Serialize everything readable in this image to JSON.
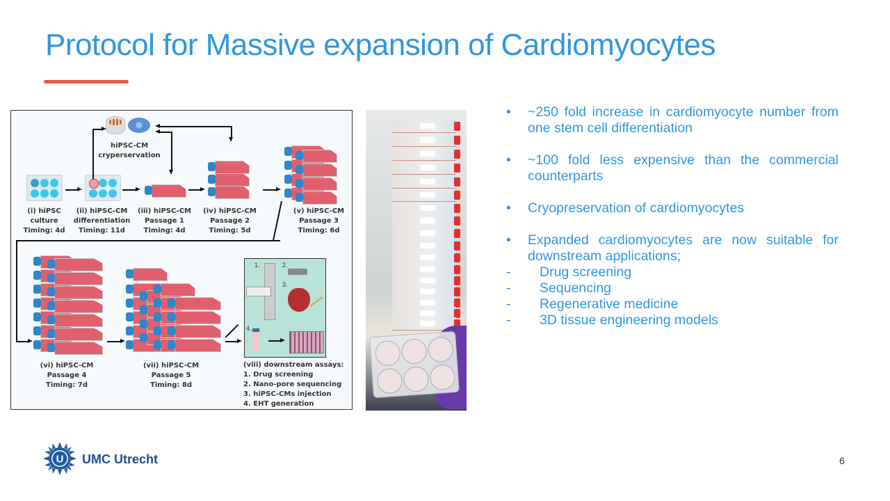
{
  "slide": {
    "title": "Protocol for Massive expansion of Cardiomyocytes",
    "accent_color": "#e05a44",
    "title_color": "#2f97e0",
    "page_number": "6"
  },
  "diagram": {
    "cryo_label": [
      "hiPSC-CM",
      "cryperservation"
    ],
    "steps": [
      {
        "name": "(i) hiPSC",
        "line2": "culture",
        "timing": "Timing: 4d"
      },
      {
        "name": "(ii) hiPSC-CM",
        "line2": "differentiation",
        "timing": "Timing: 11d"
      },
      {
        "name": "(iii) hiPSC-CM",
        "line2": "Passage 1",
        "timing": "Timing: 4d"
      },
      {
        "name": "(iv) hiPSC-CM",
        "line2": "Passage 2",
        "timing": "Timing: 5d"
      },
      {
        "name": "(v) hiPSC-CM",
        "line2": "Passage 3",
        "timing": "Timing: 6d"
      },
      {
        "name": "(vi) hiPSC-CM",
        "line2": "Passage 4",
        "timing": "Timing: 7d"
      },
      {
        "name": "(vii) hiPSC-CM",
        "line2": "Passage 5",
        "timing": "Timing: 8d"
      }
    ],
    "assays": {
      "title": "(viii) downstream assays:",
      "items": [
        "1. Drug screening",
        "2. Nano-pore sequencing",
        "3. hiPSC-CMs injection",
        "4. EHT generation"
      ],
      "markers": [
        "1.",
        "2.",
        "3.",
        "4."
      ]
    }
  },
  "bullets": [
    {
      "text": "~250 fold increase in cardiomyocyte number from one stem cell differentiation"
    },
    {
      "text": "~100 fold less expensive than the commercial counterparts"
    },
    {
      "text": "Cryopreservation of cardiomyocytes"
    },
    {
      "text": "Expanded cardiomyocytes are now suitable for downstream applications;"
    }
  ],
  "sub_items": [
    "Drug screening",
    "Sequencing",
    "Regenerative medicine",
    "3D tissue engineering models"
  ],
  "bullet_symbol": "•",
  "dash_symbol": "-",
  "footer": {
    "logo_letter": "U",
    "logo_text": "UMC Utrecht"
  }
}
